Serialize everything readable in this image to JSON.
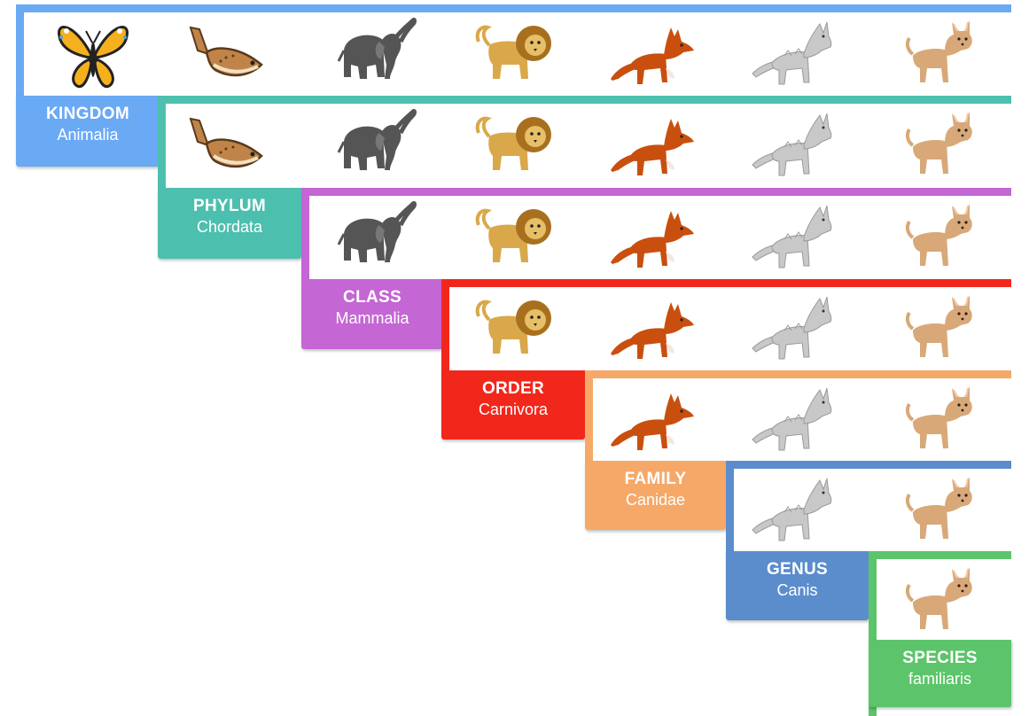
{
  "ranks": [
    {
      "key": "kingdom",
      "rank": "KINGDOM",
      "taxon": "Animalia",
      "color": "#6aa9f4",
      "animals": [
        "butterfly",
        "fish",
        "elephant",
        "lion",
        "fox",
        "wolf",
        "dog"
      ]
    },
    {
      "key": "phylum",
      "rank": "PHYLUM",
      "taxon": "Chordata",
      "color": "#4dbfae",
      "animals": [
        "fish",
        "elephant",
        "lion",
        "fox",
        "wolf",
        "dog"
      ]
    },
    {
      "key": "class",
      "rank": "CLASS",
      "taxon": "Mammalia",
      "color": "#c466d4",
      "animals": [
        "elephant",
        "lion",
        "fox",
        "wolf",
        "dog"
      ]
    },
    {
      "key": "order",
      "rank": "ORDER",
      "taxon": "Carnivora",
      "color": "#f2271c",
      "animals": [
        "lion",
        "fox",
        "wolf",
        "dog"
      ]
    },
    {
      "key": "family",
      "rank": "FAMILY",
      "taxon": "Canidae",
      "color": "#f5a868",
      "animals": [
        "fox",
        "wolf",
        "dog"
      ]
    },
    {
      "key": "genus",
      "rank": "GENUS",
      "taxon": "Canis",
      "color": "#5b8dcc",
      "animals": [
        "wolf",
        "dog"
      ]
    },
    {
      "key": "species",
      "rank": "SPECIES",
      "taxon": "familiaris",
      "color": "#5cc46a",
      "animals": [
        "dog"
      ]
    }
  ],
  "animal_colors": {
    "butterfly": "#f5b01d",
    "fish": "#c0844a",
    "elephant": "#555555",
    "lion": "#d9a84a",
    "fox": "#c94f0f",
    "wolf": "#c8c8c8",
    "dog": "#d8a878"
  }
}
